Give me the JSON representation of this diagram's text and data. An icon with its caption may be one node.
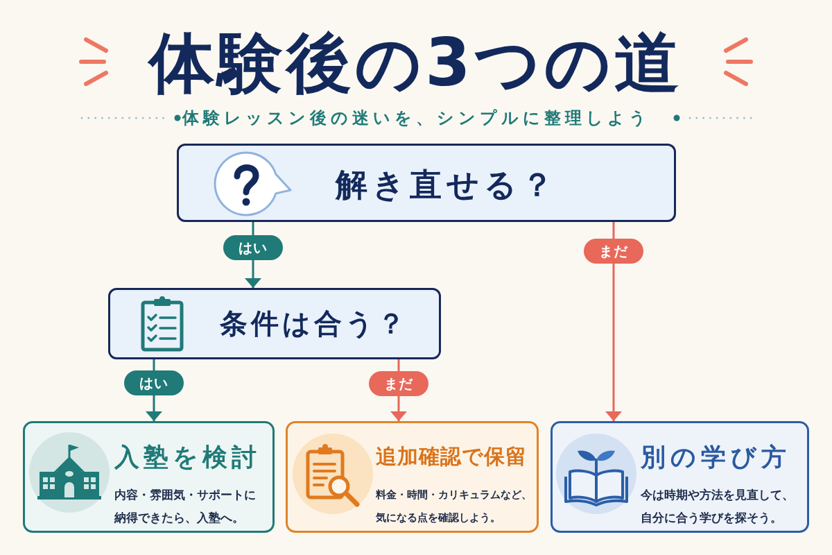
{
  "diagram": {
    "title": "体験後の3つの道",
    "nodes": [
      {
        "text": [
          "解き直せる？"
        ]
      },
      {
        "text": [
          "条件は合う？"
        ]
      },
      {
        "text": [
          "入塾を検討",
          "内容・雰囲気・サポートに納得できたら、入塾へ。"
        ]
      },
      {
        "text": [
          "追加確認で保留",
          "料金・時間・カリキュラムなど、気になる点を確認しよう。"
        ]
      },
      {
        "text": [
          "別の学び方",
          "今は時期や方法を見直して、自分に合う学びを探そう。"
        ]
      }
    ],
    "edges": [
      {
        "from": 0,
        "to": 1,
        "arrow": "to",
        "label": "はい",
        "color": "#1f7a78"
      },
      {
        "from": 0,
        "to": 4,
        "arrow": "to",
        "label": "まだ",
        "color": "#e8685a"
      },
      {
        "from": 1,
        "to": 2,
        "arrow": "to",
        "label": "はい",
        "color": "#1f7a78"
      },
      {
        "from": 1,
        "to": 3,
        "arrow": "to",
        "label": "まだ",
        "color": "#e8685a"
      }
    ],
    "labels": [
      "体験レッスン後の迷いを、シンプルに整理しよう"
    ]
  }
}
